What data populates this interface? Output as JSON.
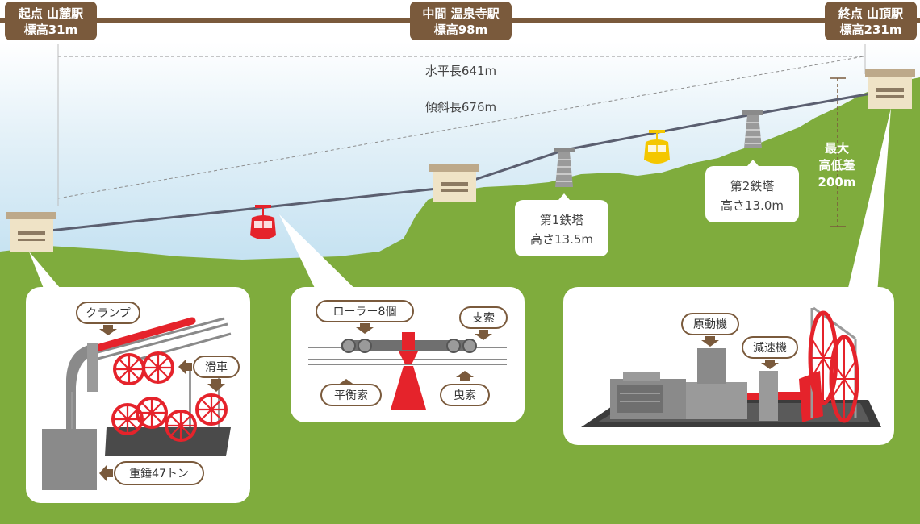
{
  "stations": {
    "start": {
      "title": "起点 山麓駅",
      "elevation": "標高31m"
    },
    "middle": {
      "title": "中間 温泉寺駅",
      "elevation": "標高98m"
    },
    "end": {
      "title": "終点 山頂駅",
      "elevation": "標高231m"
    }
  },
  "measurements": {
    "horizontal_length": "水平長641m",
    "slope_length": "傾斜長676m",
    "max_height_diff": [
      "最大",
      "高低差",
      "200m"
    ]
  },
  "towers": {
    "tower1": [
      "第1鉄塔",
      "高さ13.5m"
    ],
    "tower2": [
      "第2鉄塔",
      "高さ13.0m"
    ]
  },
  "details": {
    "left": {
      "clamp": "クランプ",
      "pulley": "滑車",
      "weight": "重錘47トン"
    },
    "middle": {
      "roller": "ローラー8個",
      "support_rope": "支索",
      "balance_rope": "平衡索",
      "haul_rope": "曳索"
    },
    "right": {
      "motor": "原動機",
      "reducer": "減速機"
    }
  },
  "colors": {
    "brown": "#7a5a3c",
    "sky": "#cfe6f2",
    "grass": "#7fac3d",
    "cable": "#5b5f70",
    "red": "#e5232b",
    "yellow": "#f4c700",
    "gray": "#8a8a8a"
  }
}
